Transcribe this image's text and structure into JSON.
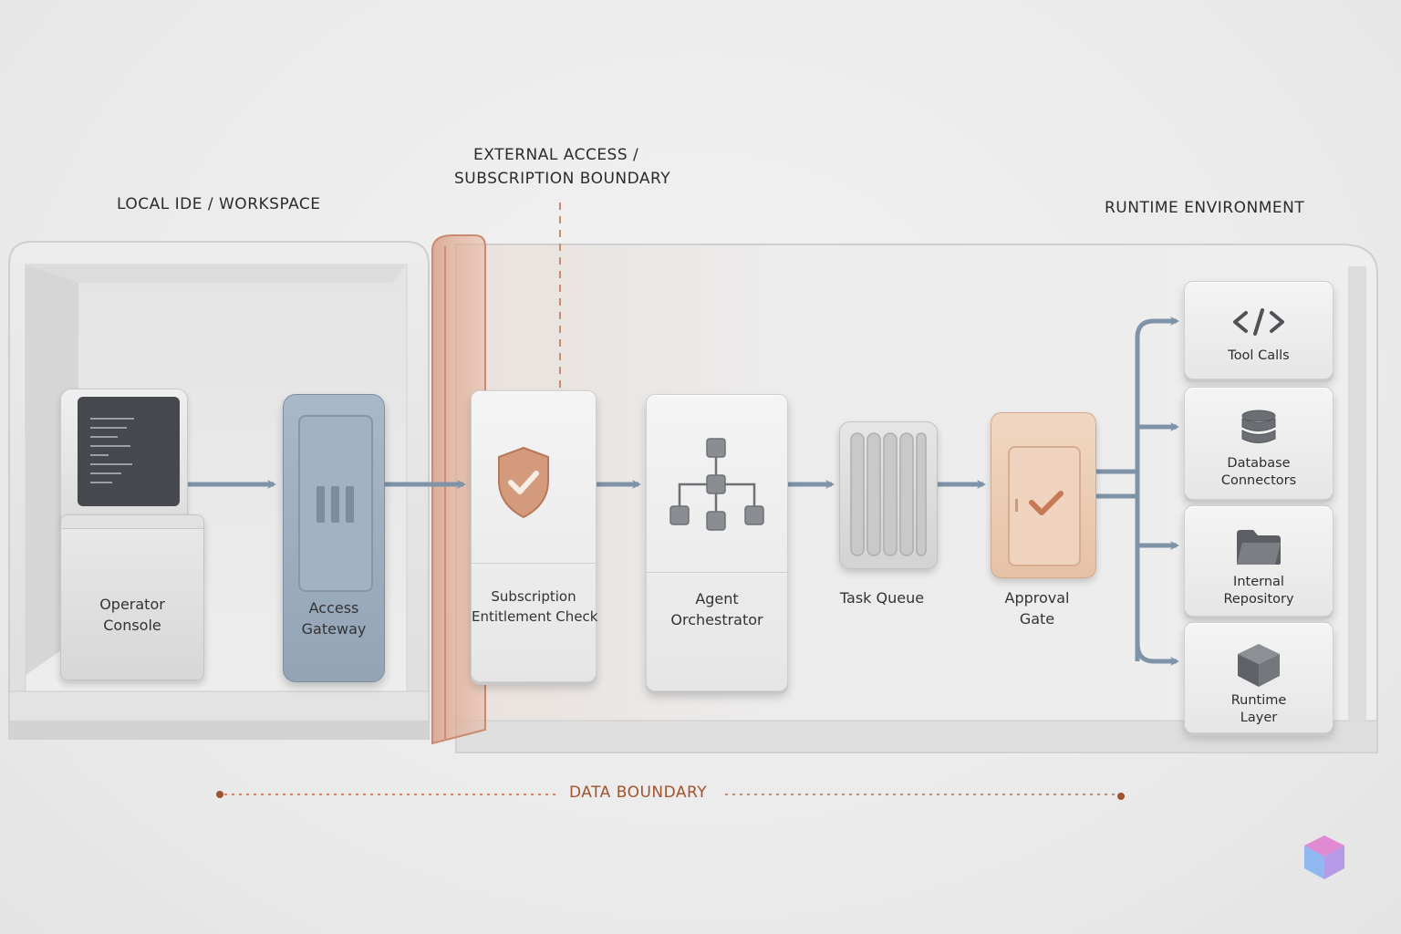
{
  "labels": {
    "local": "LOCAL IDE / WORKSPACE",
    "external_line1": "EXTERNAL ACCESS /",
    "external_line2": "SUBSCRIPTION BOUNDARY",
    "runtime": "RUNTIME ENVIRONMENT",
    "data_boundary": "DATA BOUNDARY"
  },
  "nodes": {
    "operator_console": [
      "Operator",
      "Console"
    ],
    "access_gateway": [
      "Access",
      "Gateway"
    ],
    "subscription_check": [
      "Subscription",
      "Entitlement Check"
    ],
    "agent_orchestrator": [
      "Agent",
      "Orchestrator"
    ],
    "task_queue": [
      "Task Queue"
    ],
    "approval_gate": [
      "Approval",
      "Gate"
    ]
  },
  "runtime_panels": [
    {
      "label": [
        "Tool Calls"
      ],
      "icon": "code-icon"
    },
    {
      "label": [
        "Database",
        "Connectors"
      ],
      "icon": "database-icon"
    },
    {
      "label": [
        "Internal",
        "Repository"
      ],
      "icon": "folder-icon"
    },
    {
      "label": [
        "Runtime",
        "Layer"
      ],
      "icon": "cube-icon"
    }
  ],
  "colors": {
    "boundary": "#c98a6e",
    "boundary_text": "#a0532e",
    "gateway": "#9fb0c2",
    "arrow": "#7f93a8",
    "approval": "#ecc9ad",
    "check": "#c57a55"
  }
}
